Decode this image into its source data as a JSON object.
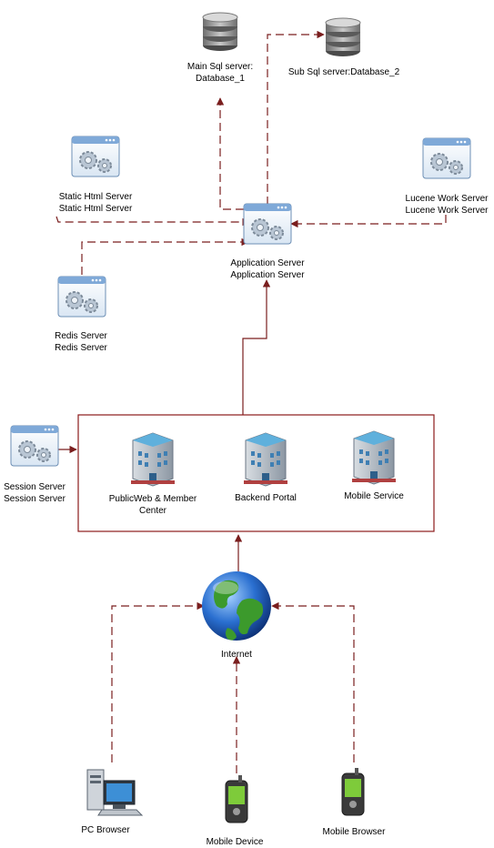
{
  "colors": {
    "connector": "#7a1e1e",
    "frame": "#8b1a1a",
    "db_body": "#8e8e8e",
    "window_title": "#7fa9d8",
    "globe_ocean": "#2a6fd0",
    "globe_land": "#3c9a2c"
  },
  "nodes": {
    "main_db": {
      "icon": "database-icon",
      "line1": "Main Sql server:",
      "line2": "Database_1"
    },
    "sub_db": {
      "icon": "database-icon",
      "line1": "Sub Sql server:Database_2"
    },
    "static_html": {
      "icon": "server-window-icon",
      "line1": "Static Html Server",
      "line2": "Static Html Server"
    },
    "lucene": {
      "icon": "server-window-icon",
      "line1": "Lucene Work Server",
      "line2": "Lucene Work Server"
    },
    "app": {
      "icon": "server-window-icon",
      "line1": "Application Server",
      "line2": "Application Server"
    },
    "redis": {
      "icon": "server-window-icon",
      "line1": "Redis Server",
      "line2": "Redis Server"
    },
    "session": {
      "icon": "server-window-icon",
      "line1": "Session Server",
      "line2": "Session Server"
    },
    "public_web": {
      "icon": "building-icon",
      "line1": "PublicWeb & Member",
      "line2": "Center"
    },
    "backend": {
      "icon": "building-icon",
      "line1": "Backend Portal"
    },
    "mobile_service": {
      "icon": "building-icon",
      "line1": "Mobile Service"
    },
    "internet": {
      "icon": "globe-icon",
      "line1": "Internet"
    },
    "pc_browser": {
      "icon": "pc-icon",
      "line1": "PC Browser"
    },
    "mobile_device": {
      "icon": "mobile-phone-icon",
      "line1": "Mobile Device"
    },
    "mobile_browser": {
      "icon": "mobile-phone-icon",
      "line1": "Mobile Browser"
    }
  }
}
